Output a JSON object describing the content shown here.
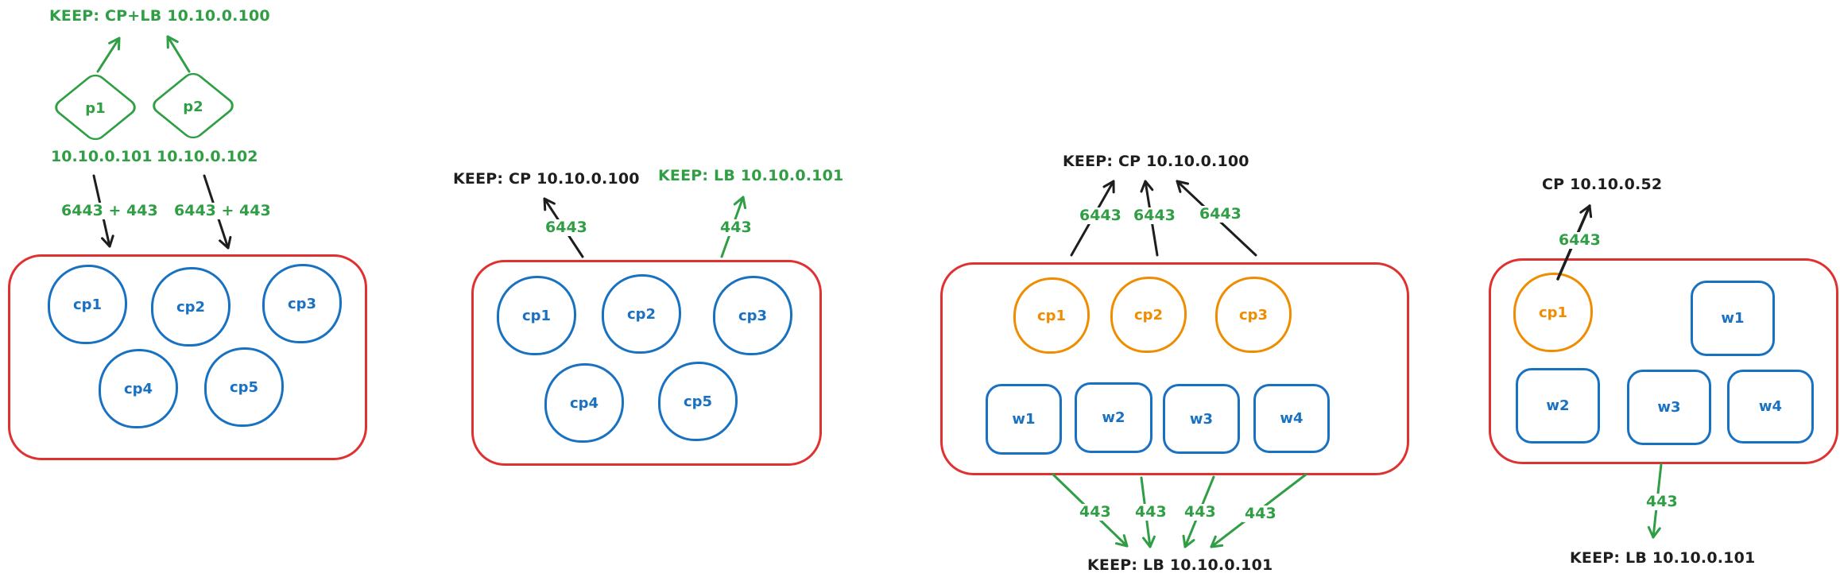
{
  "palette": {
    "green": "#2f9e44",
    "red": "#e03131",
    "blue": "#1971c2",
    "orange": "#f08c00",
    "ink": "#1e1e1e",
    "bg": "#ffffff"
  },
  "scenarios": [
    {
      "keep_label": "KEEP: CP+LB 10.10.0.100",
      "proxies": [
        {
          "label": "p1",
          "ip": "10.10.0.101"
        },
        {
          "label": "p2",
          "ip": "10.10.0.102"
        }
      ],
      "port_labels": [
        "6443 + 443",
        "6443 + 443"
      ],
      "nodes": [
        {
          "label": "cp1"
        },
        {
          "label": "cp2"
        },
        {
          "label": "cp3"
        },
        {
          "label": "cp4"
        },
        {
          "label": "cp5"
        }
      ]
    },
    {
      "keep_cp_label": "KEEP: CP 10.10.0.100",
      "keep_lb_label": "KEEP: LB 10.10.0.101",
      "cp_port_label": "6443",
      "lb_port_label": "443",
      "nodes": [
        {
          "label": "cp1"
        },
        {
          "label": "cp2"
        },
        {
          "label": "cp3"
        },
        {
          "label": "cp4"
        },
        {
          "label": "cp5"
        }
      ]
    },
    {
      "keep_cp_label": "KEEP: CP 10.10.0.100",
      "keep_lb_label": "KEEP: LB 10.10.0.101",
      "cp_port_labels": [
        "6443",
        "6443",
        "6443"
      ],
      "lb_port_labels": [
        "443",
        "443",
        "443",
        "443"
      ],
      "control_planes": [
        {
          "label": "cp1"
        },
        {
          "label": "cp2"
        },
        {
          "label": "cp3"
        }
      ],
      "workers": [
        {
          "label": "w1"
        },
        {
          "label": "w2"
        },
        {
          "label": "w3"
        },
        {
          "label": "w4"
        }
      ]
    },
    {
      "cp_label": "CP 10.10.0.52",
      "keep_lb_label": "KEEP: LB 10.10.0.101",
      "cp_port_label": "6443",
      "lb_port_label": "443",
      "control_planes": [
        {
          "label": "cp1"
        }
      ],
      "workers": [
        {
          "label": "w1"
        },
        {
          "label": "w2"
        },
        {
          "label": "w3"
        },
        {
          "label": "w4"
        }
      ]
    }
  ]
}
